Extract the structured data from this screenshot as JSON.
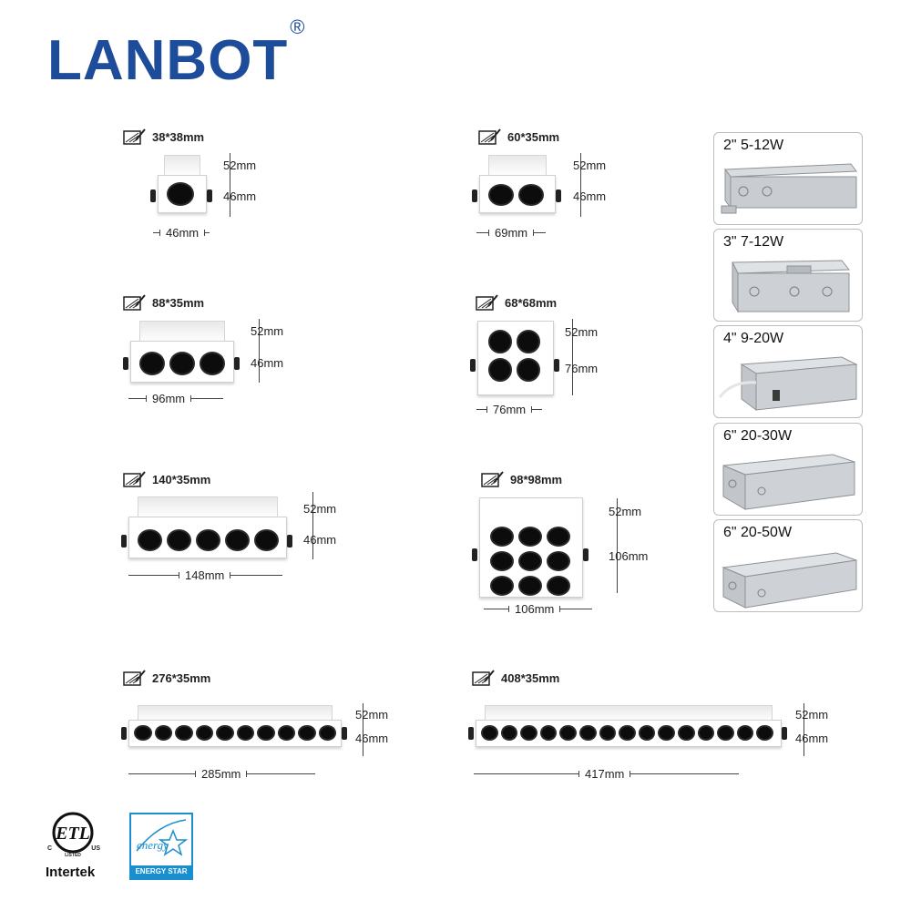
{
  "brand": {
    "name": "LANBOT",
    "reg": "®",
    "color": "#1d4c9a"
  },
  "fixtures": [
    {
      "cutout": "38*38mm",
      "height_total": "52mm",
      "height_body": "46mm",
      "width": "46mm"
    },
    {
      "cutout": "60*35mm",
      "height_total": "52mm",
      "height_body": "46mm",
      "width": "69mm"
    },
    {
      "cutout": "88*35mm",
      "height_total": "52mm",
      "height_body": "46mm",
      "width": "96mm"
    },
    {
      "cutout": "68*68mm",
      "height_total": "52mm",
      "height_body": "76mm",
      "width": "76mm"
    },
    {
      "cutout": "140*35mm",
      "height_total": "52mm",
      "height_body": "46mm",
      "width": "148mm"
    },
    {
      "cutout": "98*98mm",
      "height_total": "52mm",
      "height_body": "106mm",
      "width": "106mm"
    },
    {
      "cutout": "276*35mm",
      "height_total": "52mm",
      "height_body": "46mm",
      "width": "285mm"
    },
    {
      "cutout": "408*35mm",
      "height_total": "52mm",
      "height_body": "46mm",
      "width": "417mm"
    }
  ],
  "drivers": [
    {
      "label": "2\" 5-12W"
    },
    {
      "label": "3\" 7-12W"
    },
    {
      "label": "4\" 9-20W"
    },
    {
      "label": "6\" 20-30W"
    },
    {
      "label": "6\" 20-50W"
    }
  ],
  "certifications": {
    "etl": {
      "left": "C",
      "right": "US",
      "mid": "LISTED",
      "name": "Intertek"
    },
    "energy_star": {
      "script": "energy",
      "name": "ENERGY STAR",
      "color": "#1a8fd0"
    }
  }
}
